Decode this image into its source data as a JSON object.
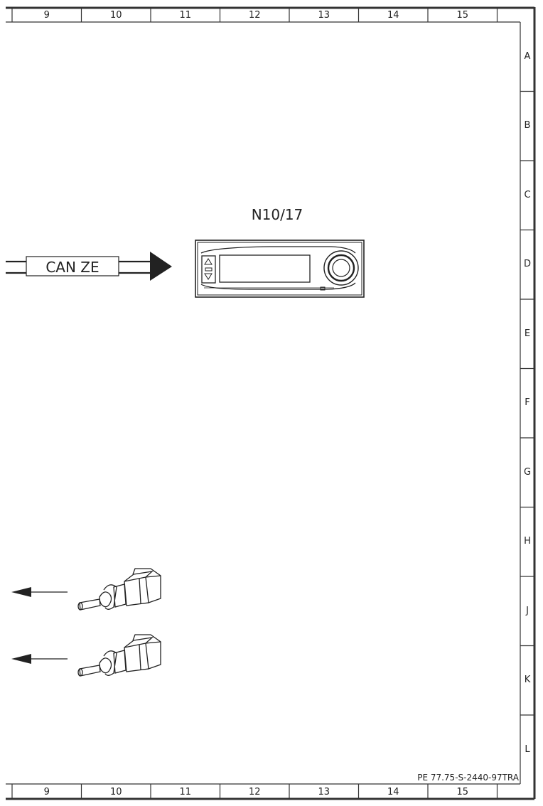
{
  "frame": {
    "columns": [
      "9",
      "10",
      "11",
      "12",
      "13",
      "14",
      "15"
    ],
    "rows": [
      "A",
      "B",
      "C",
      "D",
      "E",
      "F",
      "G",
      "H",
      "J",
      "K",
      "L"
    ]
  },
  "component": {
    "label": "N10/17",
    "icon": "radio-head-unit-icon"
  },
  "bus": {
    "label": "CAN ZE",
    "icon": "bus-arrow-icon"
  },
  "connectors": [
    {
      "icon": "plug-connector-icon"
    },
    {
      "icon": "plug-connector-icon"
    }
  ],
  "document": {
    "code": "PE 77.75-S-2440-97TRA"
  }
}
